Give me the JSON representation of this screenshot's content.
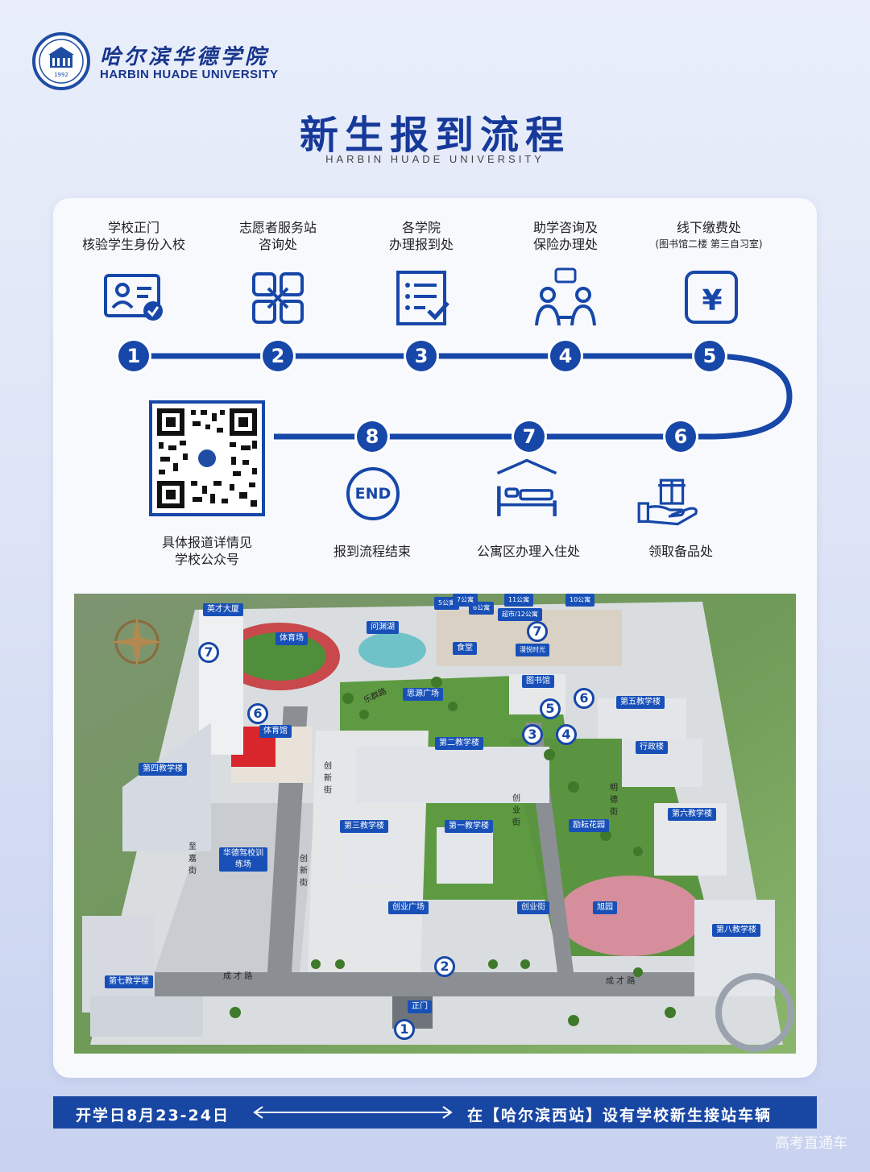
{
  "colors": {
    "primary": "#1747a8",
    "title": "#16399a",
    "background": "#dde4f6",
    "card": "#f7f9fd"
  },
  "header": {
    "logo_cn": "哈尔滨华德学院",
    "logo_en": "HARBIN HUADE UNIVERSITY",
    "seal_year": "1992",
    "title": "新生报到流程",
    "subtitle": "HARBIN HUADE UNIVERSITY"
  },
  "steps": [
    {
      "num": "1",
      "line1": "学校正门",
      "line2": "核验学生身份入校",
      "icon": "id-card-check-icon"
    },
    {
      "num": "2",
      "line1": "志愿者服务站",
      "line2": "咨询处",
      "icon": "hands-cooperation-icon"
    },
    {
      "num": "3",
      "line1": "各学院",
      "line2": "办理报到处",
      "icon": "checklist-icon"
    },
    {
      "num": "4",
      "line1": "助学咨询及",
      "line2": "保险办理处",
      "icon": "consultation-icon"
    },
    {
      "num": "5",
      "line1": "线下缴费处",
      "line2": "(图书馆二楼 第三自习室)",
      "icon": "yuan-wallet-icon"
    },
    {
      "num": "6",
      "label": "领取备品处",
      "icon": "hand-gift-icon"
    },
    {
      "num": "7",
      "label": "公寓区办理入住处",
      "icon": "bed-icon"
    },
    {
      "num": "8",
      "label": "报到流程结束",
      "icon": "end-icon",
      "icon_text": "END"
    }
  ],
  "qr": {
    "line1": "具体报道详情见",
    "line2": "学校公众号"
  },
  "map": {
    "places": {
      "yingcai": "英才大厦",
      "tiyuchang": "体育场",
      "wenyuanhu": "问渊湖",
      "shitang": "食堂",
      "tushuguan": "图书馆",
      "siyuan": "思源广场",
      "tiyuguan": "体育馆",
      "dier": "第二教学楼",
      "disi": "第四教学楼",
      "diwu": "第五教学楼",
      "xingzheng": "行政楼",
      "disan": "第三教学楼",
      "diyi": "第一教学楼",
      "liyun": "励耘花园",
      "diliu": "第六教学楼",
      "jiaxiao": "华德驾校训练场",
      "chuangyeguangchang": "创业广场",
      "chuangyejie_label": "创业街",
      "xuyuan": "旭园",
      "diba": "第八教学楼",
      "diqi": "第七教学楼",
      "zhengmen": "正门",
      "gongyu5": "5公寓",
      "gongyu6": "6公寓",
      "gongyu7": "7公寓",
      "gongyu11": "11公寓",
      "gongyu10": "10公寓",
      "chaoshi": "超市/12公寓",
      "manyue": "漫悦时光"
    },
    "roads": {
      "chengcai1": "成 才 路",
      "chengcai2": "成 才 路",
      "lequn": "乐群路",
      "chuangxin1": "创新街",
      "chuangxin2": "创新街",
      "chuangye": "创业街",
      "zhijia": "至嘉街",
      "mingde": "明德街"
    },
    "markers": [
      "7",
      "7",
      "6",
      "6",
      "5",
      "3",
      "4",
      "2",
      "1"
    ]
  },
  "footer": {
    "left": "开学日8月23-24日",
    "right": "在【哈尔滨西站】设有学校新生接站车辆",
    "watermark": "高考直通车"
  }
}
